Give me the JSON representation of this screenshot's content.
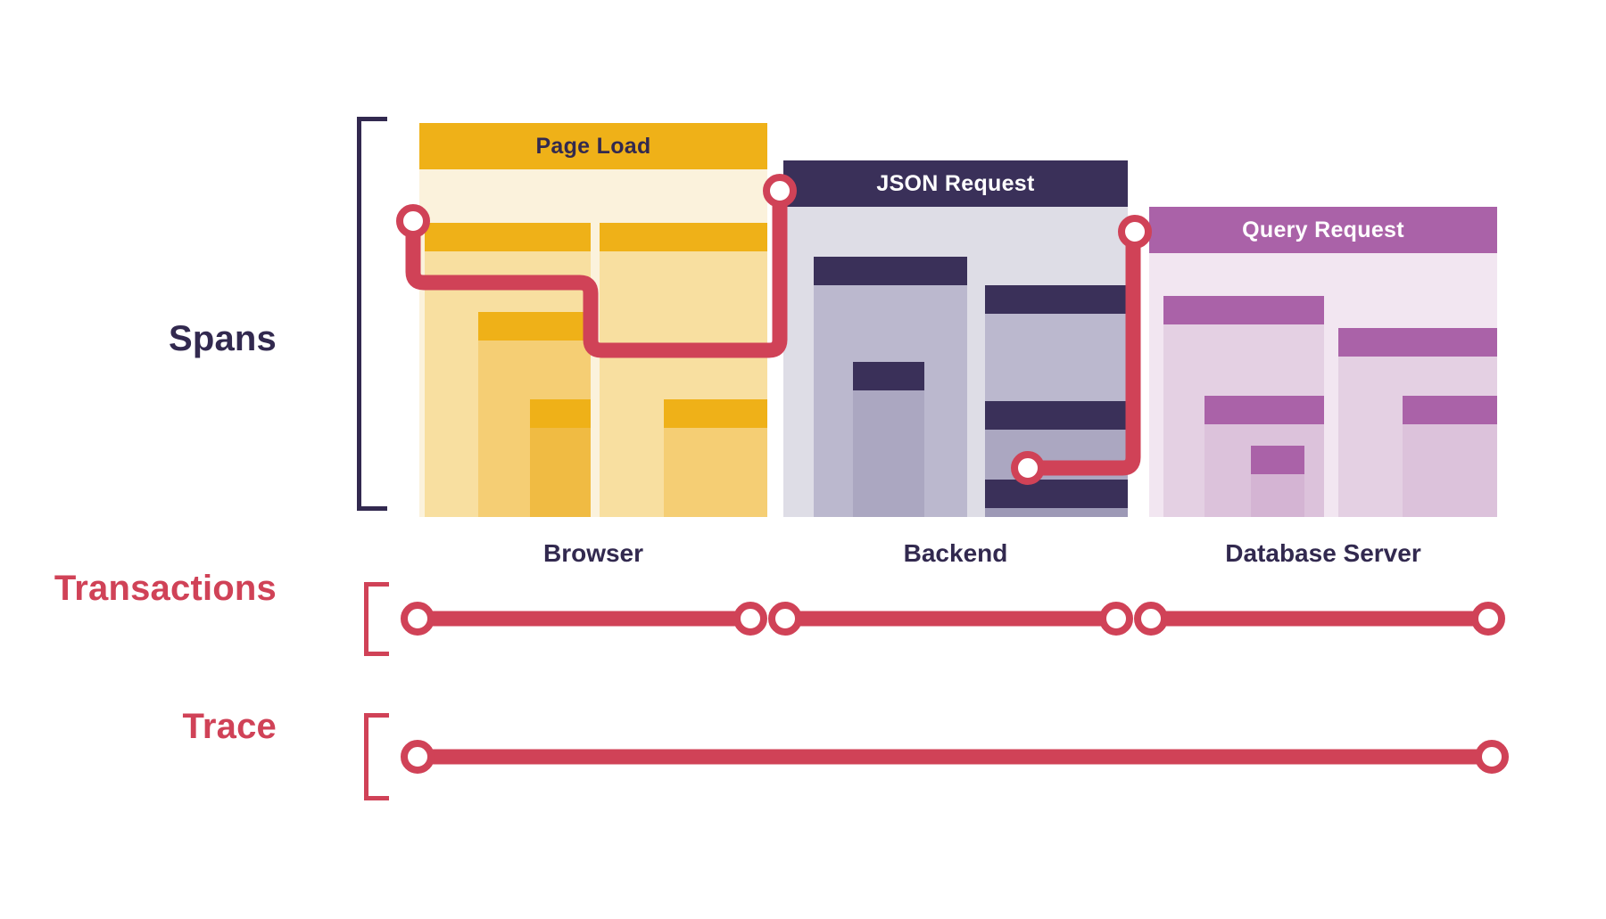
{
  "diagram": {
    "title_present": false,
    "background": "#FFFFFF",
    "rows": [
      {
        "key": "spans",
        "label": "Spans",
        "color": "#32294F"
      },
      {
        "key": "transactions",
        "label": "Transactions",
        "color": "#D04257"
      },
      {
        "key": "trace",
        "label": "Trace",
        "color": "#D04257"
      }
    ],
    "services": [
      {
        "key": "browser",
        "transaction_label": "Page Load",
        "caption": "Browser",
        "header_color": "#EFB118",
        "body_color": "#FBF2DC",
        "cap_color": "#EFB118",
        "span_color": "#F8DFA0",
        "title_text_color": "#32294F"
      },
      {
        "key": "backend",
        "transaction_label": "JSON Request",
        "caption": "Backend",
        "header_color": "#3A3059",
        "body_color": "#DEDDE6",
        "cap_color": "#3A3059",
        "span_color": "#BBB8CE",
        "title_text_color": "#FFFFFF"
      },
      {
        "key": "database",
        "transaction_label": "Query Request",
        "caption": "Database Server",
        "header_color": "#AA62A8",
        "body_color": "#F2E6F1",
        "cap_color": "#AA62A8",
        "span_color": "#E4D0E3",
        "title_text_color": "#FFFFFF"
      }
    ],
    "connector": {
      "color": "#D04257",
      "node_fill": "#FFFFFF",
      "stroke_width": 16,
      "node_radius": 15
    },
    "transactions_row": {
      "segments": 3,
      "node_count": 6
    },
    "trace_row": {
      "segments": 1,
      "node_count": 2
    }
  }
}
